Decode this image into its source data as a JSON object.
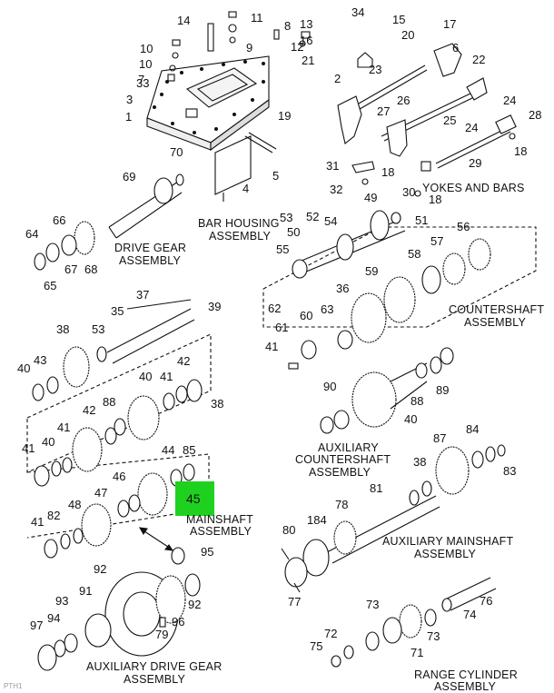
{
  "captions": {
    "yokes_and_bars": "YOKES AND BARS",
    "bar_housing": [
      "BAR HOUSING",
      "ASSEMBLY"
    ],
    "drive_gear": [
      "DRIVE GEAR",
      "ASSEMBLY"
    ],
    "countershaft": [
      "COUNTERSHAFT",
      "ASSEMBLY"
    ],
    "aux_countershaft": [
      "AUXILIARY",
      "COUNTERSHAFT",
      "ASSEMBLY"
    ],
    "mainshaft": [
      "MAINSHAFT",
      "ASSEMBLY"
    ],
    "aux_mainshaft": [
      "AUXILIARY MAINSHAFT",
      "ASSEMBLY"
    ],
    "aux_drive_gear": [
      "AUXILIARY DRIVE GEAR",
      "ASSEMBLY"
    ],
    "range_cylinder": [
      "RANGE CYLINDER",
      "ASSEMBLY"
    ]
  },
  "highlight": {
    "label": "45",
    "color": "#1fd11f"
  },
  "part_numbers": [
    "14",
    "11",
    "8",
    "13",
    "34",
    "15",
    "17",
    "10",
    "10",
    "9",
    "7",
    "12",
    "16",
    "20",
    "6",
    "33",
    "21",
    "23",
    "22",
    "2",
    "1",
    "3",
    "19",
    "24",
    "26",
    "25",
    "28",
    "27",
    "24",
    "70",
    "5",
    "31",
    "18",
    "18",
    "29",
    "69",
    "4",
    "32",
    "30",
    "18",
    "66",
    "64",
    "67",
    "68",
    "65",
    "53",
    "52",
    "54",
    "50",
    "49",
    "51",
    "55",
    "56",
    "57",
    "58",
    "59",
    "36",
    "37",
    "35",
    "39",
    "38",
    "53",
    "62",
    "61",
    "60",
    "63",
    "41",
    "40",
    "43",
    "40",
    "41",
    "42",
    "38",
    "88",
    "90",
    "88",
    "89",
    "40",
    "44",
    "42",
    "41",
    "40",
    "41",
    "85",
    "84",
    "87",
    "83",
    "38",
    "46",
    "47",
    "48",
    "41",
    "82",
    "81",
    "78",
    "80",
    "184",
    "95",
    "92",
    "93",
    "94",
    "91",
    "92",
    "97",
    "96",
    "79",
    "77",
    "76",
    "74",
    "73",
    "73",
    "72",
    "75",
    "71"
  ],
  "footer": "PTH1",
  "icons": [
    "highlight-box",
    "double-arrow-icon",
    "exploded-parts-drawing"
  ]
}
